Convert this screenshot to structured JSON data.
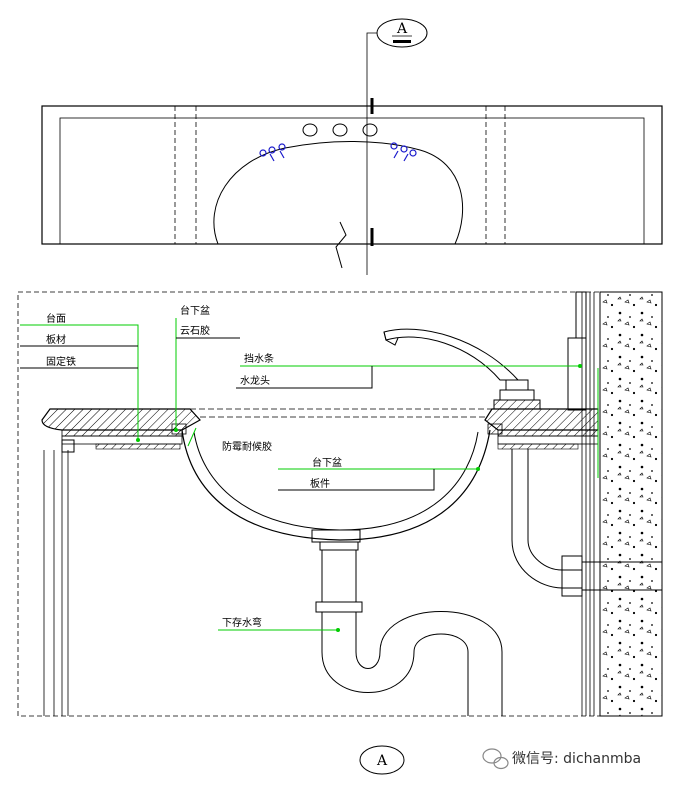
{
  "section_tag_top": "A",
  "section_tag_bottom": "A",
  "labels": {
    "countertop": "台面",
    "base_board": "板材",
    "fixing_iron": "固定铁",
    "undermount_basin_top": "台下盆",
    "marble_glue": "云石胶",
    "splash_strip": "挡水条",
    "faucet": "水龙头",
    "mildew_sealant": "防霉耐候胶",
    "undermount_basin": "台下盆",
    "plate": "板件",
    "trap": "下存水弯"
  },
  "watermark": "微信号: dichanmba",
  "colors": {
    "line": "#000000",
    "leader": "#00cc00",
    "faucet_hole": "#1a1acc"
  }
}
